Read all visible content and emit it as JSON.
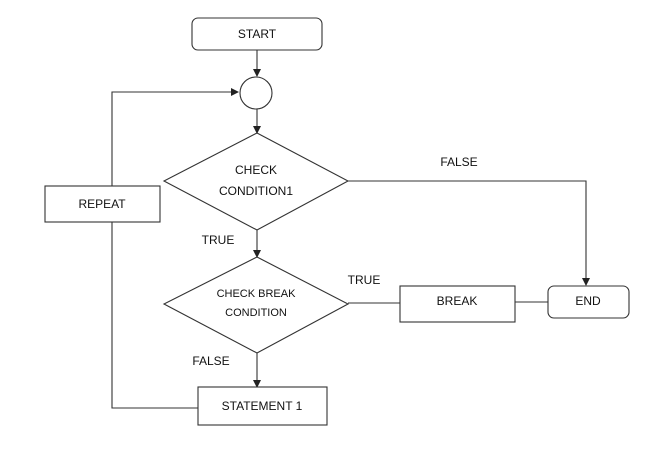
{
  "nodes": {
    "start": "START",
    "condition1": {
      "line1": "CHECK",
      "line2": "CONDITION1"
    },
    "break_check": {
      "line1": "CHECK BREAK",
      "line2": "CONDITION"
    },
    "repeat": "REPEAT",
    "break": "BREAK",
    "end": "END",
    "statement": "STATEMENT 1"
  },
  "edge_labels": {
    "condition1_false": "FALSE",
    "condition1_true": "TRUE",
    "break_true": "TRUE",
    "break_false": "FALSE"
  }
}
